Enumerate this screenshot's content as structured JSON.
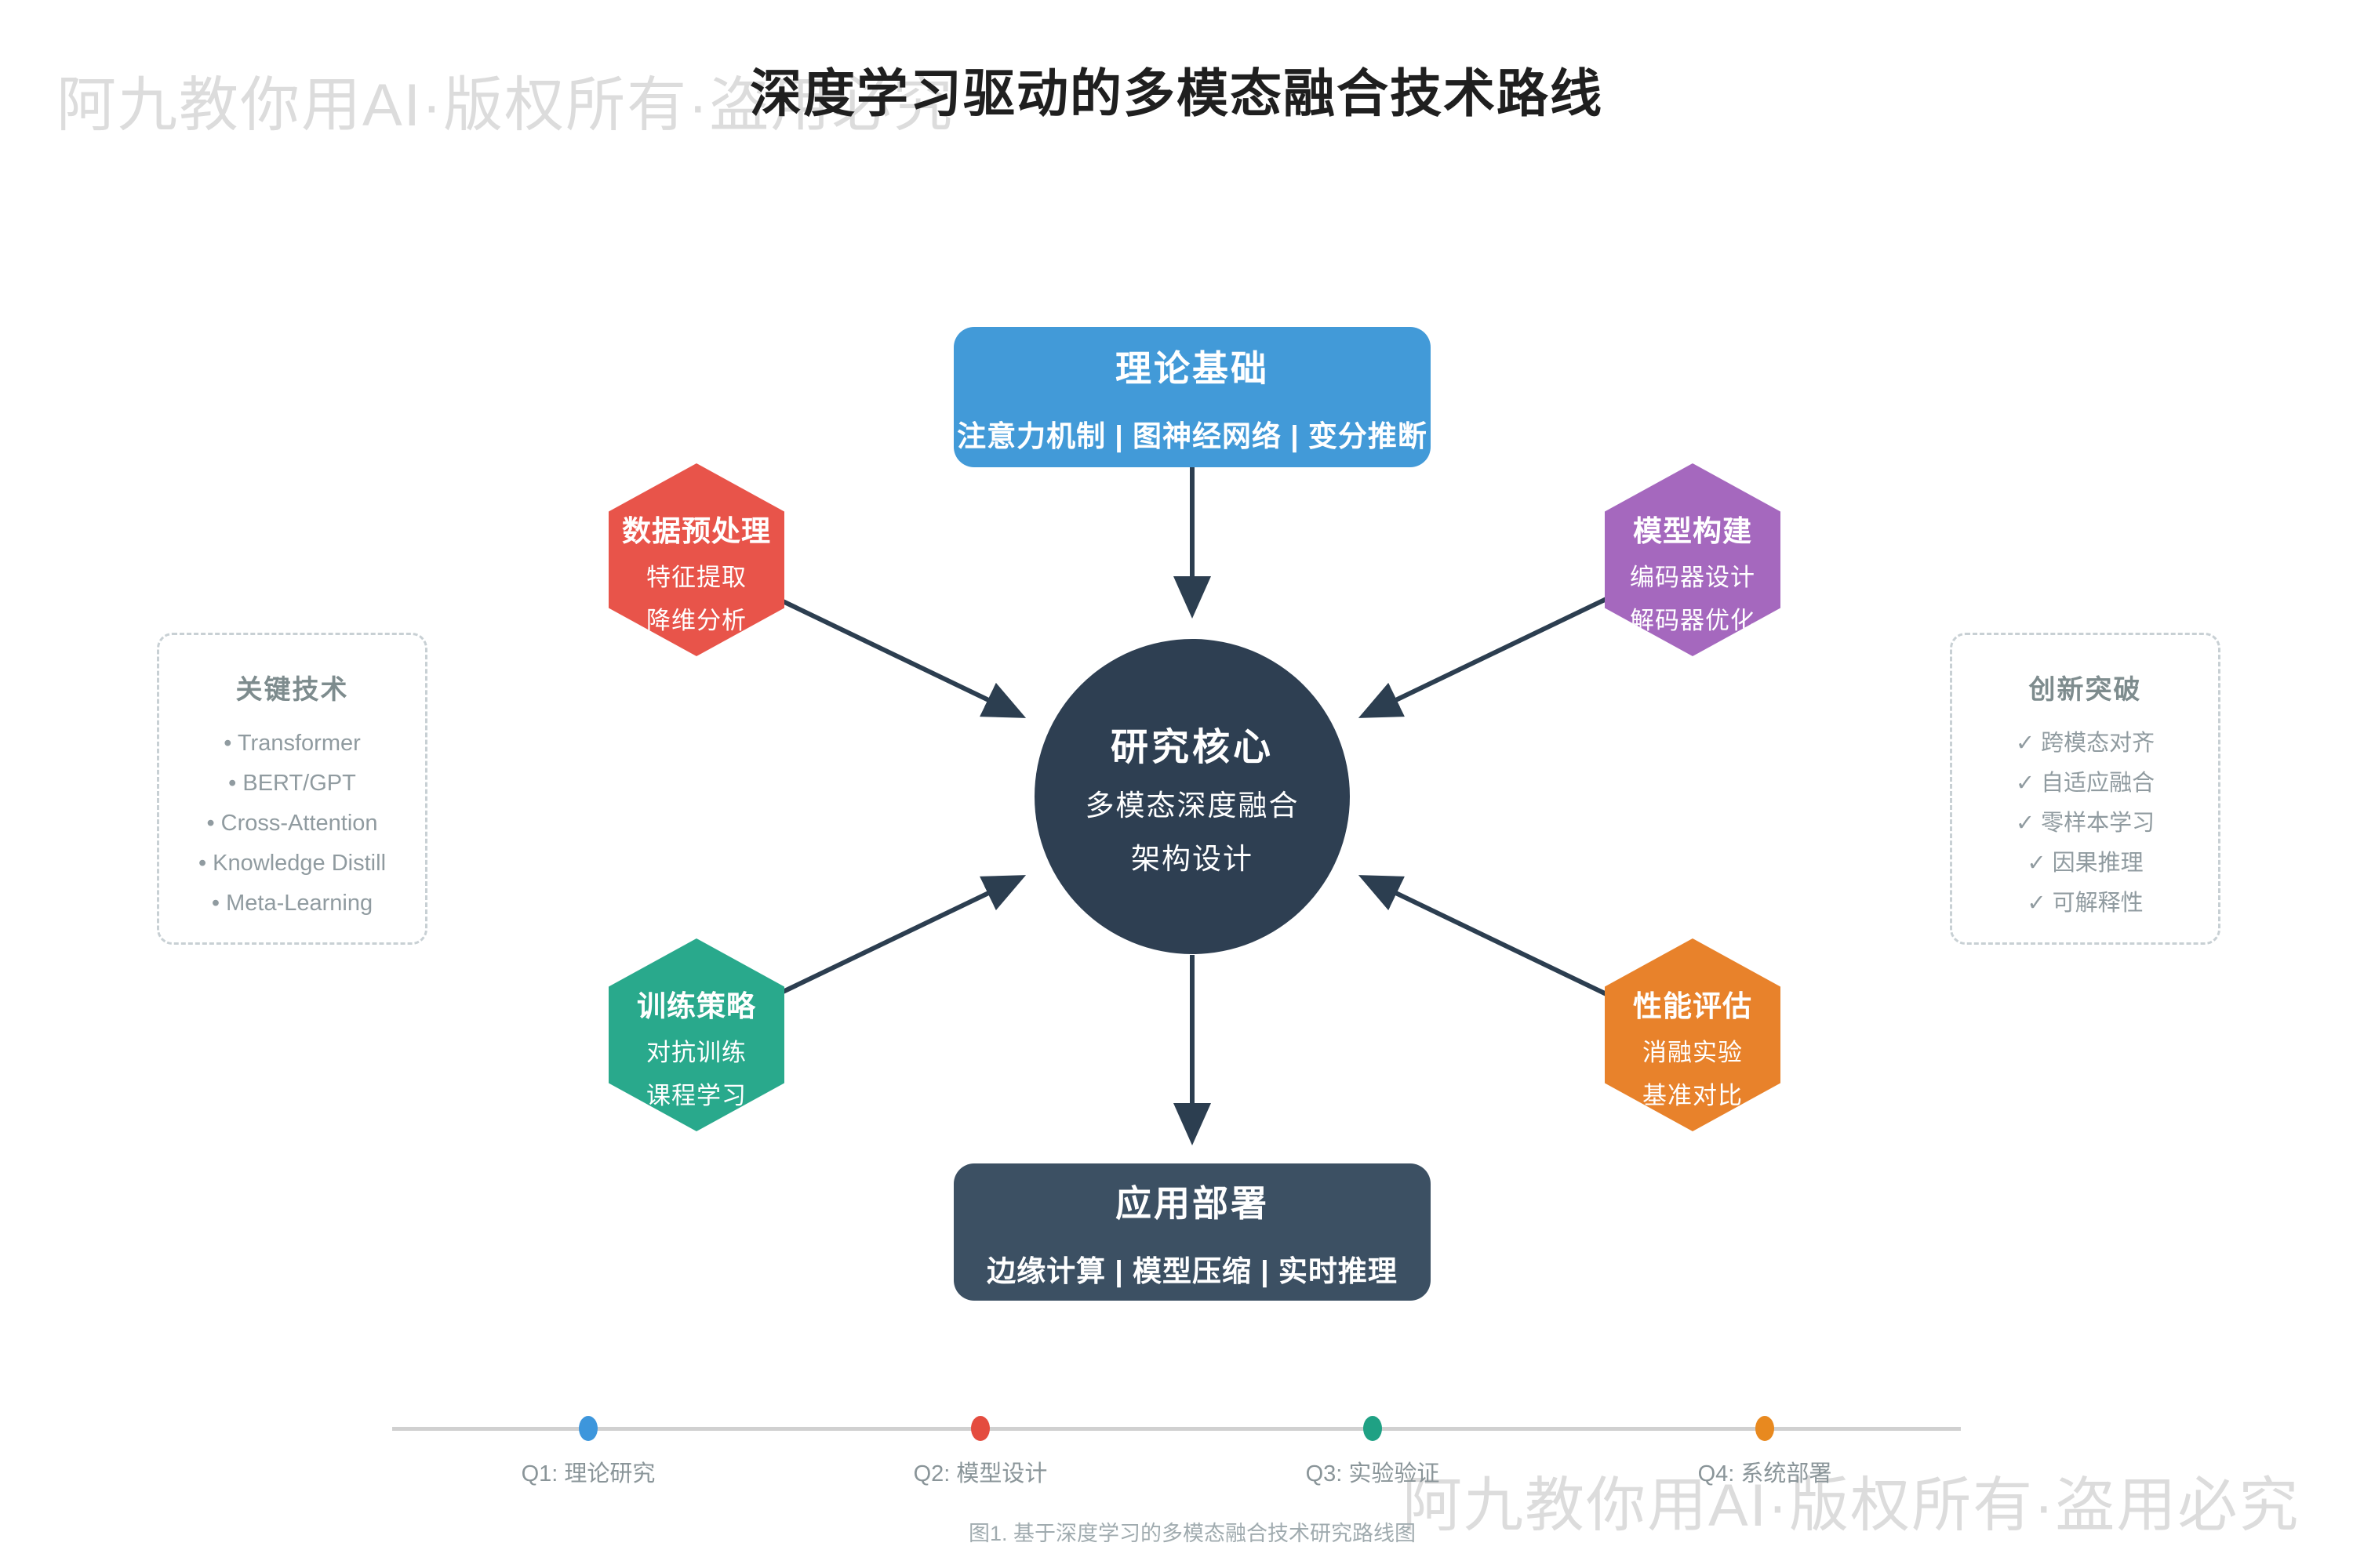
{
  "title": "深度学习驱动的多模态融合技术路线",
  "watermark": {
    "top_left": "阿九教你用AI·版权所有·盗用必究",
    "bottom_right": "阿九教你用AI·版权所有·盗用必究"
  },
  "core": {
    "title": "研究核心",
    "line1": "多模态深度融合",
    "line2": "架构设计",
    "color": "#2e3f52"
  },
  "top_box": {
    "title": "理论基础",
    "subtitle": "注意力机制 | 图神经网络 | 变分推断",
    "color": "#429ad8"
  },
  "bottom_box": {
    "title": "应用部署",
    "subtitle": "边缘计算 | 模型压缩 | 实时推理",
    "color": "#3c5063"
  },
  "hexagons": [
    {
      "title": "数据预处理",
      "line1": "特征提取",
      "line2": "降维分析",
      "color": "#e8544a"
    },
    {
      "title": "模型构建",
      "line1": "编码器设计",
      "line2": "解码器优化",
      "color": "#a568be"
    },
    {
      "title": "训练策略",
      "line1": "对抗训练",
      "line2": "课程学习",
      "color": "#29a98c"
    },
    {
      "title": "性能评估",
      "line1": "消融实验",
      "line2": "基准对比",
      "color": "#e8822b"
    }
  ],
  "left_panel": {
    "title": "关键技术",
    "items": [
      "• Transformer",
      "• BERT/GPT",
      "• Cross-Attention",
      "• Knowledge Distill",
      "• Meta-Learning"
    ]
  },
  "right_panel": {
    "title": "创新突破",
    "items": [
      "✓ 跨模态对齐",
      "✓ 自适应融合",
      "✓ 零样本学习",
      "✓ 因果推理",
      "✓ 可解释性"
    ]
  },
  "timeline": {
    "milestones": [
      {
        "label": "Q1: 理论研究",
        "color": "#3d96dc"
      },
      {
        "label": "Q2: 模型设计",
        "color": "#e44c3f"
      },
      {
        "label": "Q3: 实验验证",
        "color": "#1fa184"
      },
      {
        "label": "Q4: 系统部署",
        "color": "#e8891f"
      }
    ]
  },
  "arrow_color": "#2c3e50",
  "caption": "图1. 基于深度学习的多模态融合技术研究路线图"
}
